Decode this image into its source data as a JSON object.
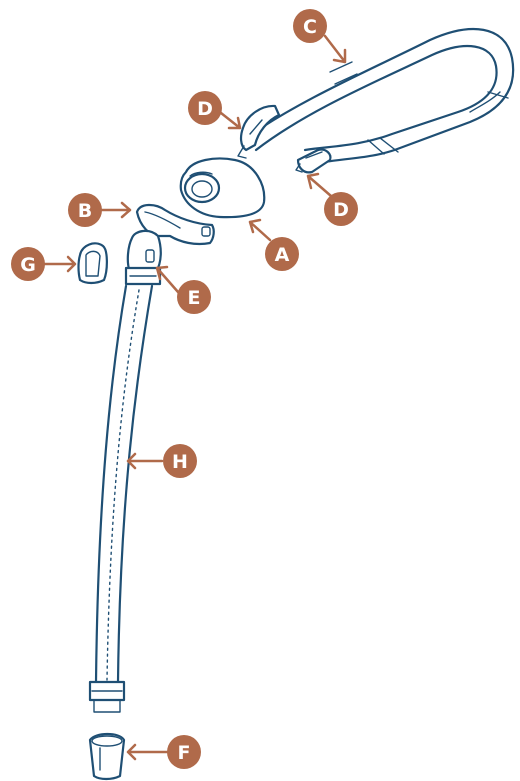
{
  "colors": {
    "line": "#1f4f74",
    "accent": "#b06a4a",
    "badge_text": "#ffffff",
    "background": "#ffffff"
  },
  "callouts": {
    "A": "A",
    "B": "B",
    "C": "C",
    "D1": "D",
    "D2": "D",
    "E": "E",
    "F": "F",
    "G": "G",
    "H": "H"
  }
}
